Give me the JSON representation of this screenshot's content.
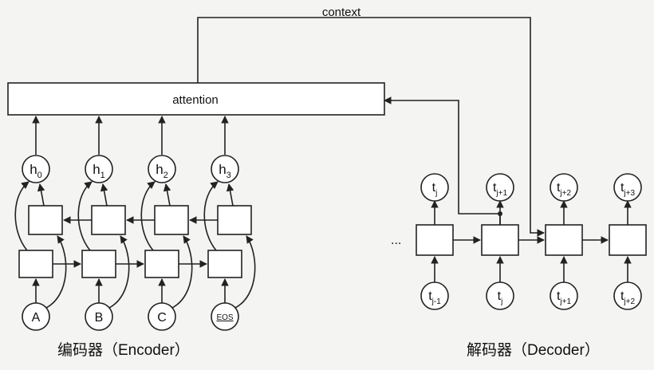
{
  "diagram": {
    "context_label": "context",
    "attention_label": "attention",
    "encoder": {
      "caption": "编码器（Encoder）",
      "hidden_states": [
        {
          "base": "h",
          "sub": "0"
        },
        {
          "base": "h",
          "sub": "1"
        },
        {
          "base": "h",
          "sub": "2"
        },
        {
          "base": "h",
          "sub": "3"
        }
      ],
      "inputs": [
        "A",
        "B",
        "C",
        "EOS"
      ]
    },
    "decoder": {
      "caption": "解码器（Decoder）",
      "ellipsis": "...",
      "outputs": [
        {
          "base": "t",
          "sub": "j"
        },
        {
          "base": "t",
          "sub": "j+1"
        },
        {
          "base": "t",
          "sub": "j+2"
        },
        {
          "base": "t",
          "sub": "j+3"
        }
      ],
      "inputs": [
        {
          "base": "t",
          "sub": "j-1"
        },
        {
          "base": "t",
          "sub": "j"
        },
        {
          "base": "t",
          "sub": "j+1"
        },
        {
          "base": "t",
          "sub": "j+2"
        }
      ]
    }
  }
}
